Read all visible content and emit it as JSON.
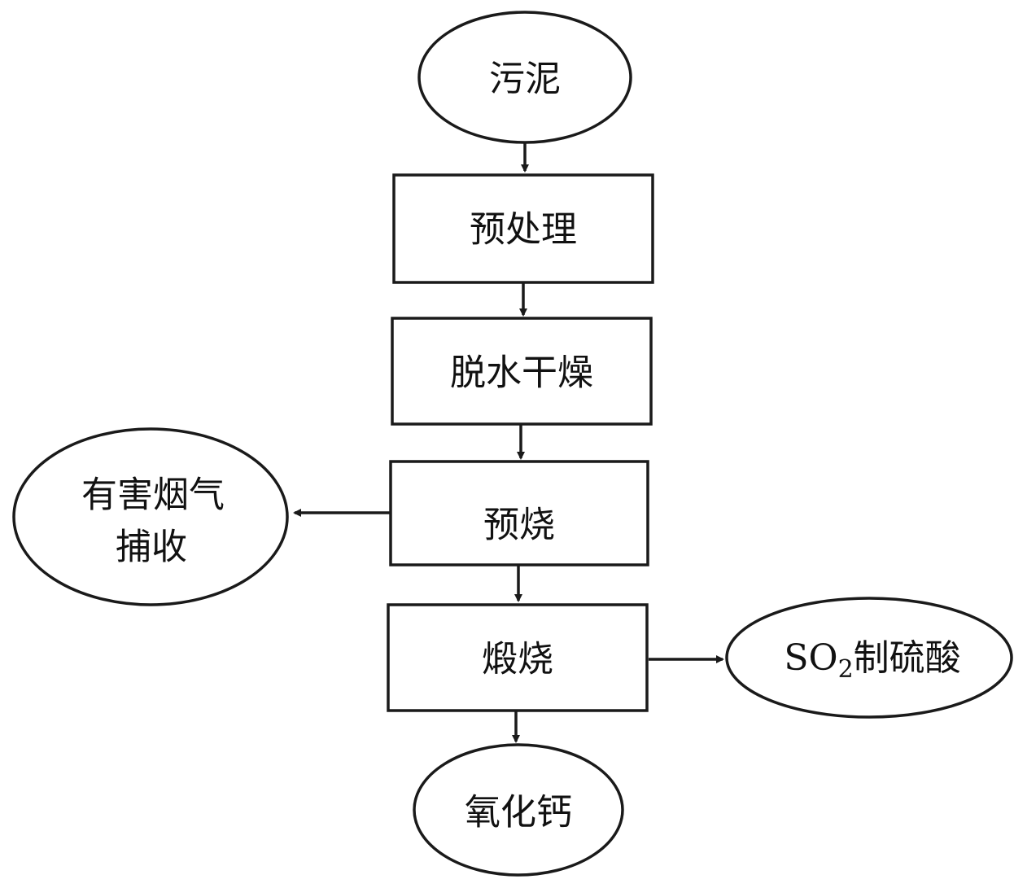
{
  "nodes": {
    "sludge": "污泥",
    "pretreatment": "预处理",
    "dewatering_drying": "脱水干燥",
    "precalcination": "预烧",
    "calcination": "煅烧",
    "calcium_oxide": "氧化钙",
    "harmful_gas_line1": "有害烟气",
    "harmful_gas_line2": "捕收",
    "so2_prefix": "SO",
    "so2_subscript": "2",
    "so2_suffix": "制硫酸"
  },
  "colors": {
    "stroke": "#1a1a1a",
    "fill": "#ffffff",
    "text": "#111111"
  }
}
